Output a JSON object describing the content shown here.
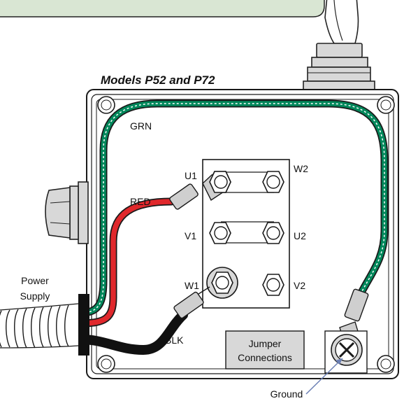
{
  "title": "Models P52 and P72",
  "wire_labels": {
    "green": "GRN",
    "red": "RED",
    "black": "BLK"
  },
  "terminals": {
    "u1": "U1",
    "w2": "W2",
    "v1": "V1",
    "u2": "U2",
    "w1": "W1",
    "v2": "V2"
  },
  "power_supply": {
    "line1": "Power",
    "line2": "Supply"
  },
  "jumper_box": {
    "line1": "Jumper",
    "line2": "Connections"
  },
  "ground_label": "Ground",
  "colors": {
    "callout_bg": "#d9e6d3",
    "box_outline": "#1a1a1a",
    "green_wire": "#00875a",
    "red_wire": "#e0282c",
    "black_wire": "#111111",
    "metal_grey": "#cfcfcf",
    "ground_arrow": "#6b7fb4"
  }
}
